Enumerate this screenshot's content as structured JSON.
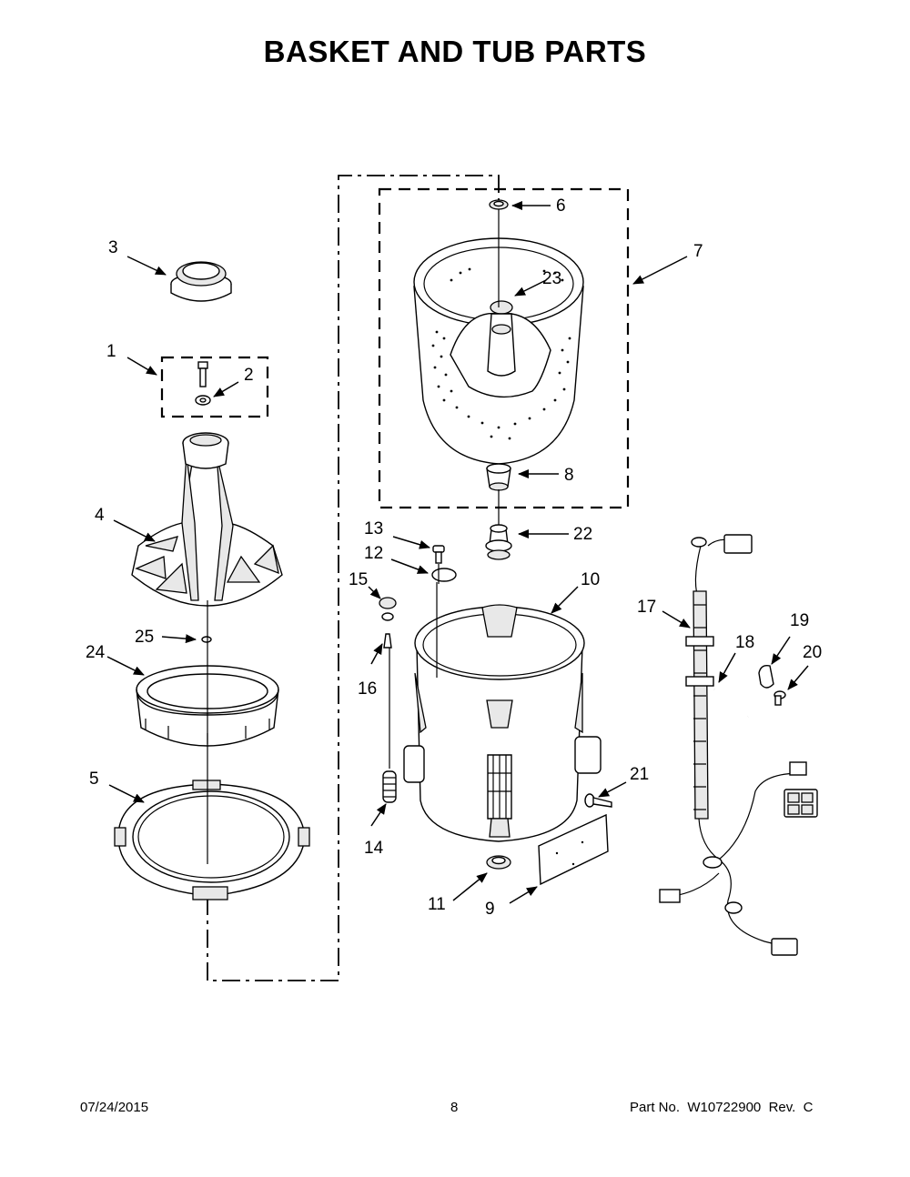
{
  "title": "BASKET AND TUB PARTS",
  "callouts": {
    "c1": "1",
    "c2": "2",
    "c3": "3",
    "c4": "4",
    "c5": "5",
    "c6": "6",
    "c7": "7",
    "c8": "8",
    "c9": "9",
    "c10": "10",
    "c11": "11",
    "c12": "12",
    "c13": "13",
    "c14": "14",
    "c15": "15",
    "c16": "16",
    "c17": "17",
    "c18": "18",
    "c19": "19",
    "c20": "20",
    "c21": "21",
    "c22": "22",
    "c23": "23",
    "c24": "24",
    "c25": "25"
  },
  "footer": {
    "date": "07/24/2015",
    "page": "8",
    "part": "Part No.  W10722900  Rev.  C"
  }
}
